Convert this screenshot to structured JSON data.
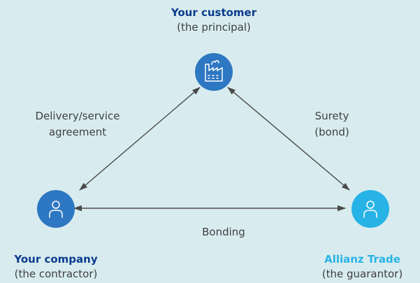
{
  "colors": {
    "background": "#d8ecef",
    "dark_blue": "#0b3c8c",
    "mid_blue": "#2e77c3",
    "light_blue": "#28b3e6",
    "arrow": "#4a4a4a"
  },
  "nodes": {
    "customer": {
      "name": "Your customer",
      "role": "(the principal)",
      "icon": "factory-icon"
    },
    "company": {
      "name": "Your company",
      "role": "(the contractor)",
      "icon": "person-icon"
    },
    "guarantor": {
      "name": "Allianz Trade",
      "role": "(the guarantor)",
      "icon": "person-icon"
    }
  },
  "edges": {
    "left": {
      "line1": "Delivery/service",
      "line2": "agreement"
    },
    "right": {
      "line1": "Surety",
      "line2": "(bond)"
    },
    "bottom": {
      "line1": "Bonding"
    }
  }
}
